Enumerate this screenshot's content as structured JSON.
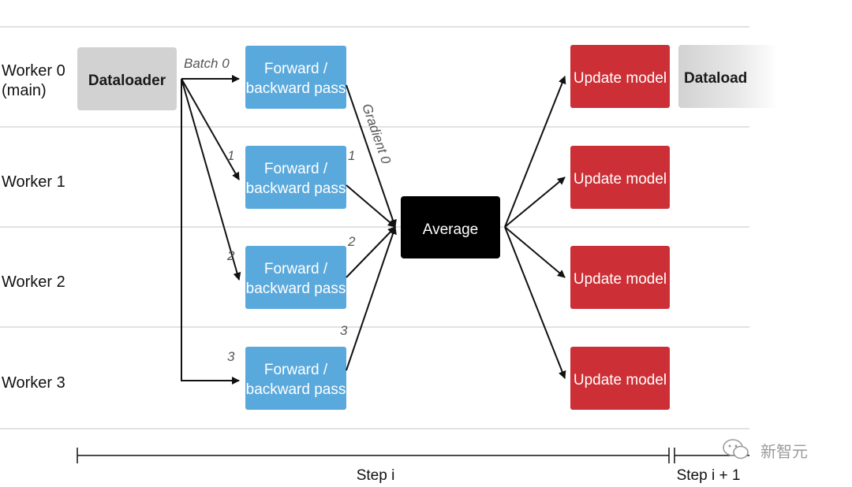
{
  "workers": [
    {
      "label_line1": "Worker 0",
      "label_line2": "(main)"
    },
    {
      "label_line1": "Worker 1",
      "label_line2": ""
    },
    {
      "label_line1": "Worker 2",
      "label_line2": ""
    },
    {
      "label_line1": "Worker 3",
      "label_line2": ""
    }
  ],
  "dataloader": {
    "label": "Dataloader",
    "next_step_label": "Dataload"
  },
  "forward_box": {
    "line1": "Forward /",
    "line2": "backward pass"
  },
  "batch_labels": [
    "Batch 0",
    "1",
    "2",
    "3"
  ],
  "gradient_labels": [
    "Gradient 0",
    "1",
    "2",
    "3"
  ],
  "average": {
    "label": "Average"
  },
  "update": {
    "label": "Update model"
  },
  "steps": {
    "current": "Step i",
    "next": "Step i + 1"
  },
  "watermark": "新智元",
  "colors": {
    "forward": "#5aa9dc",
    "update": "#cc2f35",
    "average": "#000000",
    "dataloader": "#d2d2d2",
    "gridline": "#d8d8d8"
  }
}
